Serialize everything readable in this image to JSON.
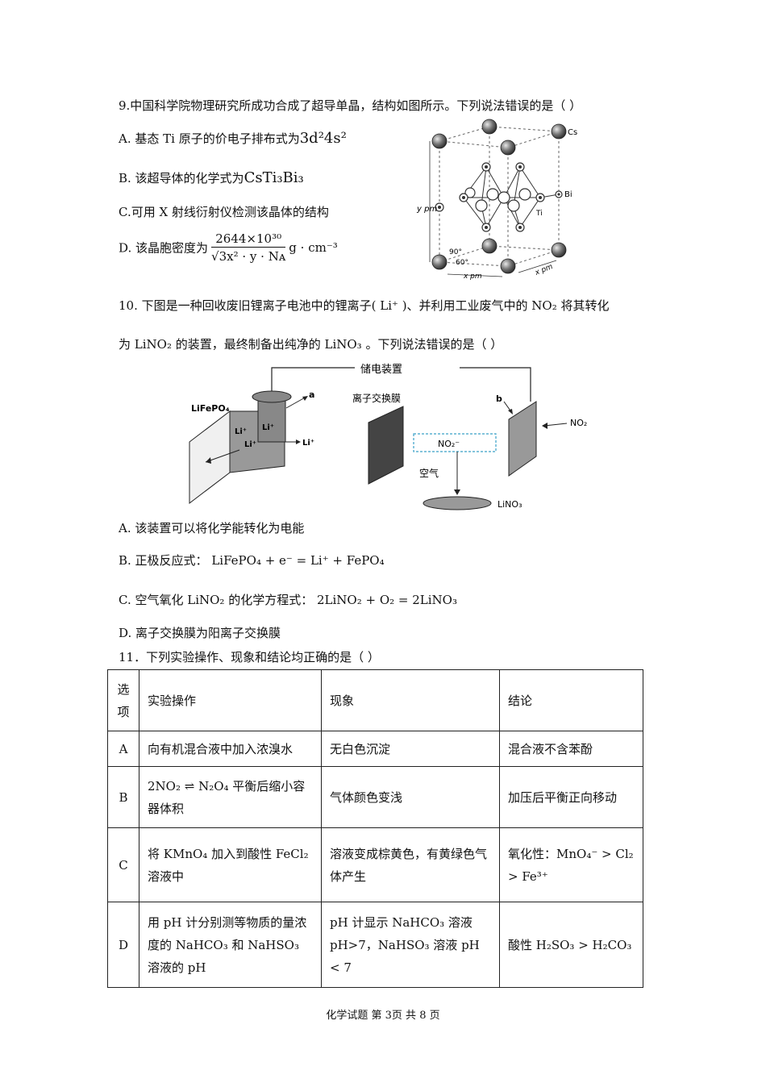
{
  "q9": {
    "stem": "9.中国科学院物理研究所成功合成了超导单晶，结构如图所示。下列说法错误的是（      ）",
    "a_text": "A.  基态 Ti 原子的价电子排布式为",
    "a_formula": "3d²4s²",
    "b_text": "B.  该超导体的化学式为",
    "b_formula": "CsTi₃Bi₃",
    "c_text": "C.可用 X 射线衍射仪检测该晶体的结构",
    "d_text": "D.  该晶胞密度为",
    "d_num": "2644×10³⁰",
    "d_den": "√3x² · y · Nᴀ",
    "d_unit": "g · cm⁻³",
    "figure": {
      "cs_label": "Cs",
      "bi_label": "Bi",
      "ti_label": "Ti",
      "y_label": "y pm",
      "x_label1": "x pm",
      "x_label2": "x pm",
      "angle1": "90°",
      "angle2": "60°"
    }
  },
  "q10": {
    "stem1": "10.  下图是一种回收废旧锂离子电池中的锂离子( Li⁺ )、并利用工业废气中的 NO₂ 将其转化",
    "stem2": "为 LiNO₂ 的装置，最终制备出纯净的 LiNO₃ 。下列说法错误的是（      ）",
    "figure": {
      "storage": "储电装置",
      "membrane": "离子交换膜",
      "lifepo4": "LiFePO₄",
      "a": "a",
      "b": "b",
      "li1": "Li⁺",
      "li2": "Li⁺",
      "li3": "Li⁺",
      "li4": "Li⁺",
      "no2_gas": "NO₂",
      "no2_ion": "NO₂⁻",
      "air": "空气",
      "lino3": "LiNO₃"
    },
    "a": "A.  该装置可以将化学能转化为电能",
    "b": "B.  正极反应式：  LiFePO₄ + e⁻ = Li⁺ + FePO₄",
    "c": "C.  空气氧化 LiNO₂ 的化学方程式：  2LiNO₂ + O₂ = 2LiNO₃",
    "d": "D.  离子交换膜为阳离子交换膜"
  },
  "q11": {
    "stem": "11．下列实验操作、现象和结论均正确的是（      ）",
    "headers": [
      "选项",
      "实验操作",
      "现象",
      "结论"
    ],
    "rows": [
      {
        "key": "A",
        "op": "向有机混合液中加入浓溴水",
        "ph": "无白色沉淀",
        "co": "混合液不含苯酚"
      },
      {
        "key": "B",
        "op": "2NO₂ ⇌ N₂O₄ 平衡后缩小容器体积",
        "ph": "气体颜色变浅",
        "co": "加压后平衡正向移动"
      },
      {
        "key": "C",
        "op": "将 KMnO₄ 加入到酸性 FeCl₂ 溶液中",
        "ph": "溶液变成棕黄色，有黄绿色气体产生",
        "co": "氧化性：MnO₄⁻ > Cl₂ > Fe³⁺"
      },
      {
        "key": "D",
        "op": "用 pH 计分别测等物质的量浓度的 NaHCO₃ 和 NaHSO₃ 溶液的 pH",
        "ph": "pH 计显示 NaHCO₃ 溶液 pH>7，NaHSO₃ 溶液 pH < 7",
        "co": "酸性 H₂SO₃ > H₂CO₃"
      }
    ]
  },
  "footer": "化学试题    第 3页  共 8 页"
}
